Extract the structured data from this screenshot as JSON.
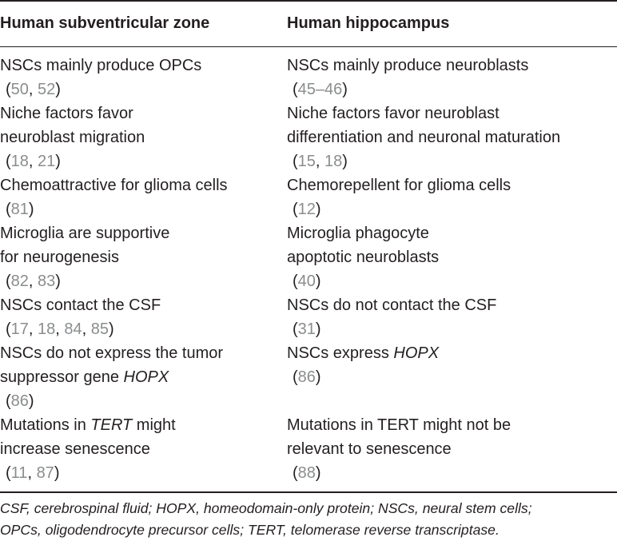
{
  "table": {
    "headers": [
      "Human subventricular zone",
      "Human hippocampus"
    ],
    "rows": [
      {
        "left": {
          "lines": [
            "NSCs mainly produce OPCs"
          ],
          "refs": [
            "50",
            "52"
          ]
        },
        "right": {
          "lines": [
            "NSCs mainly produce neuroblasts"
          ],
          "refs": [
            "45–46"
          ]
        }
      },
      {
        "left": {
          "lines": [
            "Niche factors favor",
            "neuroblast migration"
          ],
          "refs": [
            "18",
            "21"
          ]
        },
        "right": {
          "lines": [
            "Niche factors favor neuroblast",
            "differentiation and neuronal maturation"
          ],
          "refs": [
            "15",
            "18"
          ]
        }
      },
      {
        "left": {
          "lines": [
            "Chemoattractive for glioma cells"
          ],
          "refs": [
            "81"
          ]
        },
        "right": {
          "lines": [
            "Chemorepellent for glioma cells"
          ],
          "refs": [
            "12"
          ]
        }
      },
      {
        "left": {
          "lines": [
            "Microglia are supportive",
            "for neurogenesis"
          ],
          "refs": [
            "82",
            "83"
          ]
        },
        "right": {
          "lines": [
            "Microglia phagocyte",
            "apoptotic neuroblasts"
          ],
          "refs": [
            "40"
          ]
        }
      },
      {
        "left": {
          "lines": [
            "NSCs contact the CSF"
          ],
          "refs": [
            "17",
            "18",
            "84",
            "85"
          ]
        },
        "right": {
          "lines": [
            "NSCs do not contact the CSF"
          ],
          "refs": [
            "31"
          ]
        }
      },
      {
        "left": {
          "line1": "NSCs do not express the tumor",
          "line2_prefix": "suppressor gene ",
          "line2_italic": "HOPX",
          "refs": [
            "86"
          ]
        },
        "right": {
          "line1_prefix": "NSCs express ",
          "line1_italic": "HOPX",
          "refs": [
            "86"
          ]
        }
      },
      {
        "left": {
          "line1_prefix": "Mutations in ",
          "line1_italic": "TERT",
          "line1_suffix": " might",
          "line2": "increase senescence",
          "refs": [
            "11",
            "87"
          ]
        },
        "right": {
          "line1": "Mutations in TERT might not be",
          "line2": "relevant to senescence",
          "refs": [
            "88"
          ]
        }
      }
    ],
    "footnote": [
      "CSF, cerebrospinal fluid; HOPX, homeodomain-only protein; NSCs, neural stem cells;",
      "OPCs, oligodendrocyte precursor cells; TERT, telomerase reverse transcriptase."
    ]
  }
}
